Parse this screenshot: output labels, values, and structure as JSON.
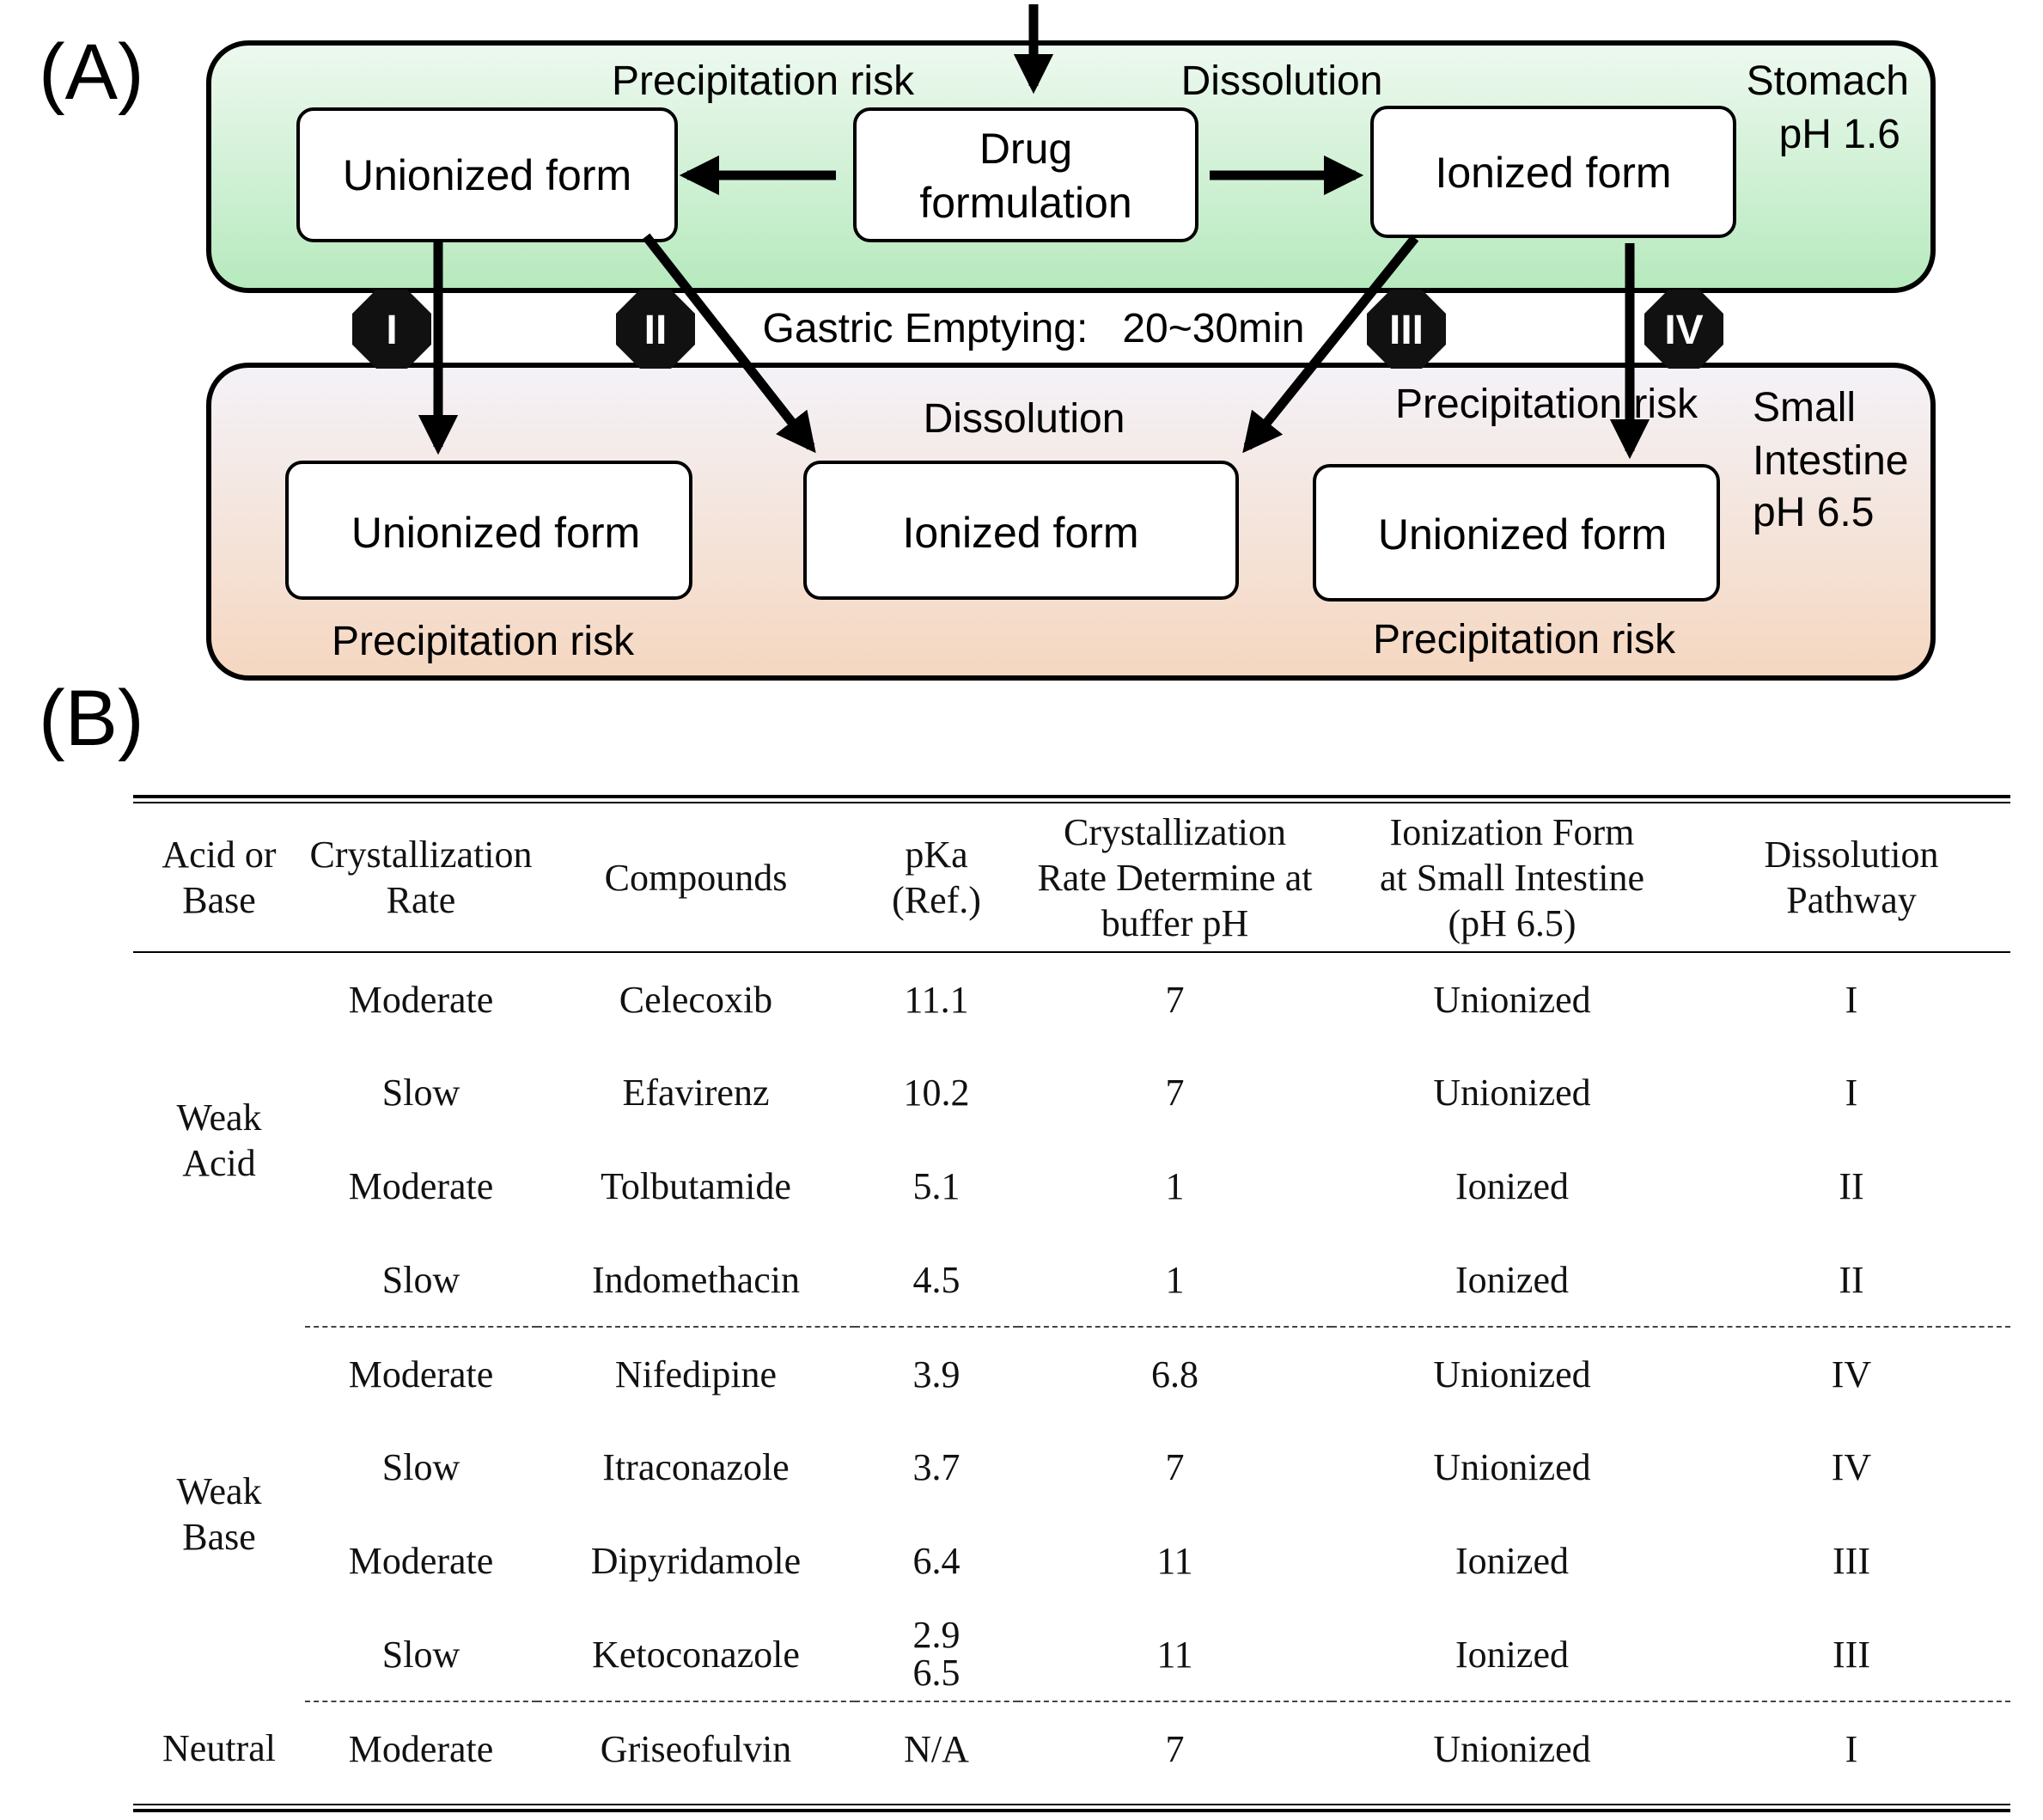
{
  "panel_a": {
    "label": "(A)",
    "stomach": {
      "title": "Stomach",
      "ph": "pH 1.6",
      "precip_label": "Precipitation risk",
      "dissolution_label": "Dissolution",
      "unionized": "Unionized form",
      "drug_line1": "Drug",
      "drug_line2": "formulation",
      "ionized": "Ionized form",
      "fill_top": "#eef9f0",
      "fill_bottom": "#b6e9bd"
    },
    "gastric_emptying": "Gastric Emptying:   20~30min",
    "pathways": [
      "I",
      "II",
      "III",
      "IV"
    ],
    "intestine": {
      "title1": "Small",
      "title2": "Intestine",
      "ph": "pH 6.5",
      "dissolution_label": "Dissolution",
      "precip_top": "Precipitation risk",
      "unionized_left": "Unionized form",
      "ionized": "Ionized form",
      "unionized_right": "Unionized form",
      "precip_left": "Precipitation risk",
      "precip_right": "Precipitation risk",
      "fill_top": "#f4f2f8",
      "fill_bottom": "#f5d7c0"
    }
  },
  "panel_b": {
    "label": "(B)",
    "headers": [
      [
        "Acid or",
        "Base"
      ],
      [
        "Crystallization",
        "Rate"
      ],
      [
        "Compounds"
      ],
      [
        "pKa",
        "(Ref.)"
      ],
      [
        "Crystallization",
        "Rate Determine at",
        "buffer pH"
      ],
      [
        "Ionization Form",
        "at Small Intestine",
        "(pH 6.5)"
      ],
      [
        "Dissolution",
        "Pathway"
      ]
    ],
    "groups": [
      {
        "name": [
          "Weak",
          "Acid"
        ],
        "rows": [
          {
            "rate": "Moderate",
            "compound": "Celecoxib",
            "pka": [
              "11.1"
            ],
            "buffer_ph": "7",
            "ionization": "Unionized",
            "pathway": "I"
          },
          {
            "rate": "Slow",
            "compound": "Efavirenz",
            "pka": [
              "10.2"
            ],
            "buffer_ph": "7",
            "ionization": "Unionized",
            "pathway": "I"
          },
          {
            "rate": "Moderate",
            "compound": "Tolbutamide",
            "pka": [
              "5.1"
            ],
            "buffer_ph": "1",
            "ionization": "Ionized",
            "pathway": "II"
          },
          {
            "rate": "Slow",
            "compound": "Indomethacin",
            "pka": [
              "4.5"
            ],
            "buffer_ph": "1",
            "ionization": "Ionized",
            "pathway": "II"
          }
        ]
      },
      {
        "name": [
          "Weak",
          "Base"
        ],
        "rows": [
          {
            "rate": "Moderate",
            "compound": "Nifedipine",
            "pka": [
              "3.9"
            ],
            "buffer_ph": "6.8",
            "ionization": "Unionized",
            "pathway": "IV"
          },
          {
            "rate": "Slow",
            "compound": "Itraconazole",
            "pka": [
              "3.7"
            ],
            "buffer_ph": "7",
            "ionization": "Unionized",
            "pathway": "IV"
          },
          {
            "rate": "Moderate",
            "compound": "Dipyridamole",
            "pka": [
              "6.4"
            ],
            "buffer_ph": "11",
            "ionization": "Ionized",
            "pathway": "III"
          },
          {
            "rate": "Slow",
            "compound": "Ketoconazole",
            "pka": [
              "2.9",
              "6.5"
            ],
            "buffer_ph": "11",
            "ionization": "Ionized",
            "pathway": "III"
          }
        ]
      },
      {
        "name": [
          "Neutral"
        ],
        "rows": [
          {
            "rate": "Moderate",
            "compound": "Griseofulvin",
            "pka": [
              "N/A"
            ],
            "buffer_ph": "7",
            "ionization": "Unionized",
            "pathway": "I"
          }
        ]
      }
    ]
  }
}
